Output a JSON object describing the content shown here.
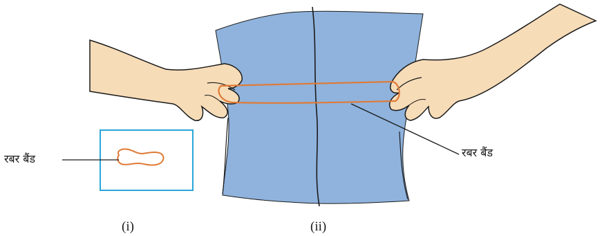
{
  "labels": {
    "rubber_band_left": "रबर बैंड",
    "rubber_band_right": "रबर बैंड"
  },
  "captions": {
    "panel_i": "(i)",
    "panel_ii": "(ii)"
  },
  "colors": {
    "cloth": "#8fb3dd",
    "skin": "#f7dcb8",
    "rubber_band": "#e07a36",
    "inset_border": "#2aa6d9",
    "outline": "#1a1a1a"
  }
}
